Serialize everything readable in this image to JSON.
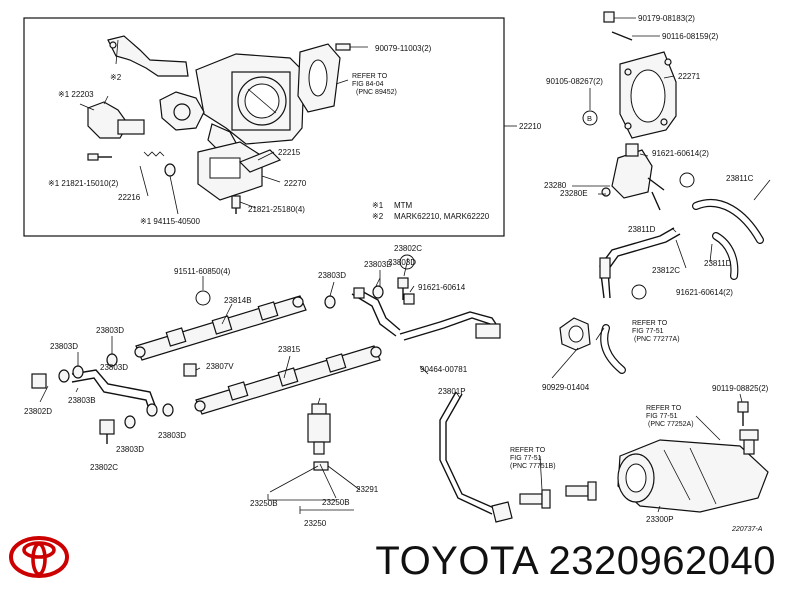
{
  "diagram": {
    "labels": [
      "90079-11003(2)",
      "REFER TO",
      "FIG 84-04",
      "(PNC 89452)",
      "※1 22203",
      "※2",
      "22215",
      "22270",
      "22216",
      "※1 21821-15010(2)",
      "※1 94115-40500",
      "21821-25180(4)",
      "※1",
      "MTM",
      "※2",
      "MARK62210, MARK62220",
      "22210",
      "90179-08183(2)",
      "90116-08159(2)",
      "22271",
      "90105-08267(2)",
      "B",
      "91621-60614(2)",
      "23811C",
      "23280",
      "23280E",
      "23811D",
      "23812C",
      "23811D",
      "91621-60614(2)",
      "91511-60850(4)",
      "23814B",
      "23803D",
      "23803D",
      "23802C",
      "23803D",
      "91621-60614",
      "23803D",
      "23803D",
      "23807V",
      "23815",
      "23803D",
      "23802D",
      "23803B",
      "23802C",
      "23803D",
      "23803D",
      "90464-00781",
      "90929-01404",
      "REFER TO",
      "FIG 77-51",
      "(PNC 77277A)",
      "23801P",
      "90119-08825(2)",
      "REFER TO",
      "FIG 77-51",
      "(PNC 77252A)",
      "REFER TO",
      "FIG 77-51",
      "(PNC 77751B)",
      "23250B",
      "23250B",
      "23291",
      "23250",
      "23300P",
      "220737-A"
    ]
  },
  "footer": {
    "brand_text": "TOYOTA 2320962040",
    "logo_color": "#cc0000"
  }
}
